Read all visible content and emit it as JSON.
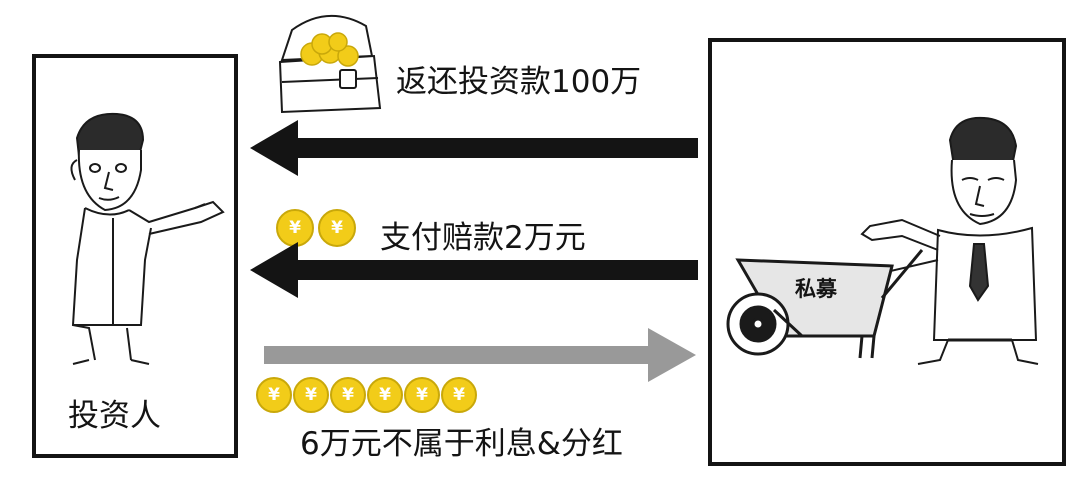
{
  "labels": {
    "investor": "投资人",
    "private_fund": "私募",
    "return_principal": "返还投资款100万",
    "pay_compensation": "支付赔款2万元",
    "not_interest": "6万元不属于利息&分红"
  },
  "coin_symbol": "¥",
  "coins_small_count": 2,
  "coins_row_count": 6,
  "colors": {
    "arrow_dark": "#141414",
    "arrow_light": "#999999",
    "coin_gold": "#f2cc19",
    "frame": "#141414"
  },
  "icons": [
    "treasure-chest-icon",
    "coin-icon",
    "wheelbarrow-icon"
  ]
}
